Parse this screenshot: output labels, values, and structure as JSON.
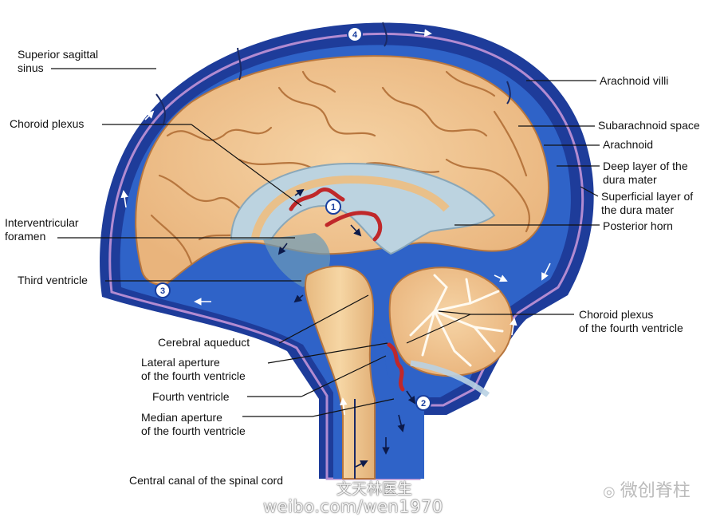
{
  "labels": {
    "superior_sagittal_sinus": [
      "Superior sagittal",
      "sinus"
    ],
    "choroid_plexus": "Choroid plexus",
    "interventricular_foramen": [
      "Interventricular",
      "foramen"
    ],
    "third_ventricle": "Third ventricle",
    "cerebral_aqueduct": "Cerebral aqueduct",
    "lateral_aperture": [
      "Lateral aperture",
      "of the fourth ventricle"
    ],
    "fourth_ventricle": "Fourth ventricle",
    "median_aperture": [
      "Median aperture",
      "of the fourth ventricle"
    ],
    "central_canal": "Central canal of the spinal cord",
    "arachnoid_villi": "Arachnoid villi",
    "subarachnoid_space": "Subarachnoid space",
    "arachnoid": "Arachnoid",
    "deep_dura": [
      "Deep layer of the",
      "dura mater"
    ],
    "superficial_dura": [
      "Superficial layer of",
      "the dura mater"
    ],
    "posterior_horn": "Posterior horn",
    "choroid_plexus_fourth": [
      "Choroid plexus",
      "of the fourth ventricle"
    ]
  },
  "flow_steps": [
    "1",
    "2",
    "3",
    "4"
  ],
  "watermarks": {
    "author": "文天林医生",
    "url": "weibo.com/wen1970",
    "brand": "微创脊柱"
  },
  "colors": {
    "dura": "#1e3c9a",
    "csf": "#2f63c8",
    "brain": "#f2c894",
    "ventricle": "#bcd3e0",
    "plexus": "#c0282a"
  }
}
